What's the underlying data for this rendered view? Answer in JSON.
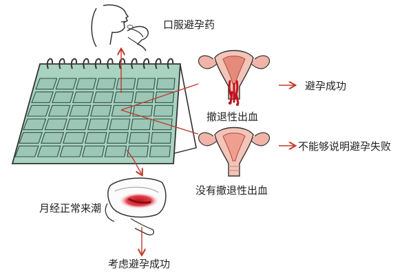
{
  "labels": {
    "oral_pill": "口服避孕药",
    "withdrawal_bleeding": "撤退性出血",
    "success": "避孕成功",
    "no_withdrawal_bleeding": "没有撤退性出血",
    "cannot_indicate_failure": "不能够说明避孕失败",
    "normal_period": "月经正常来潮",
    "consider_success": "考虑避孕成功"
  },
  "colors": {
    "calendar": "#9cc6b5",
    "calendar_dark": "#6f9c8b",
    "arrow": "#c0392b",
    "uterus": "#f0b5a8",
    "blood": "#c0121d"
  }
}
